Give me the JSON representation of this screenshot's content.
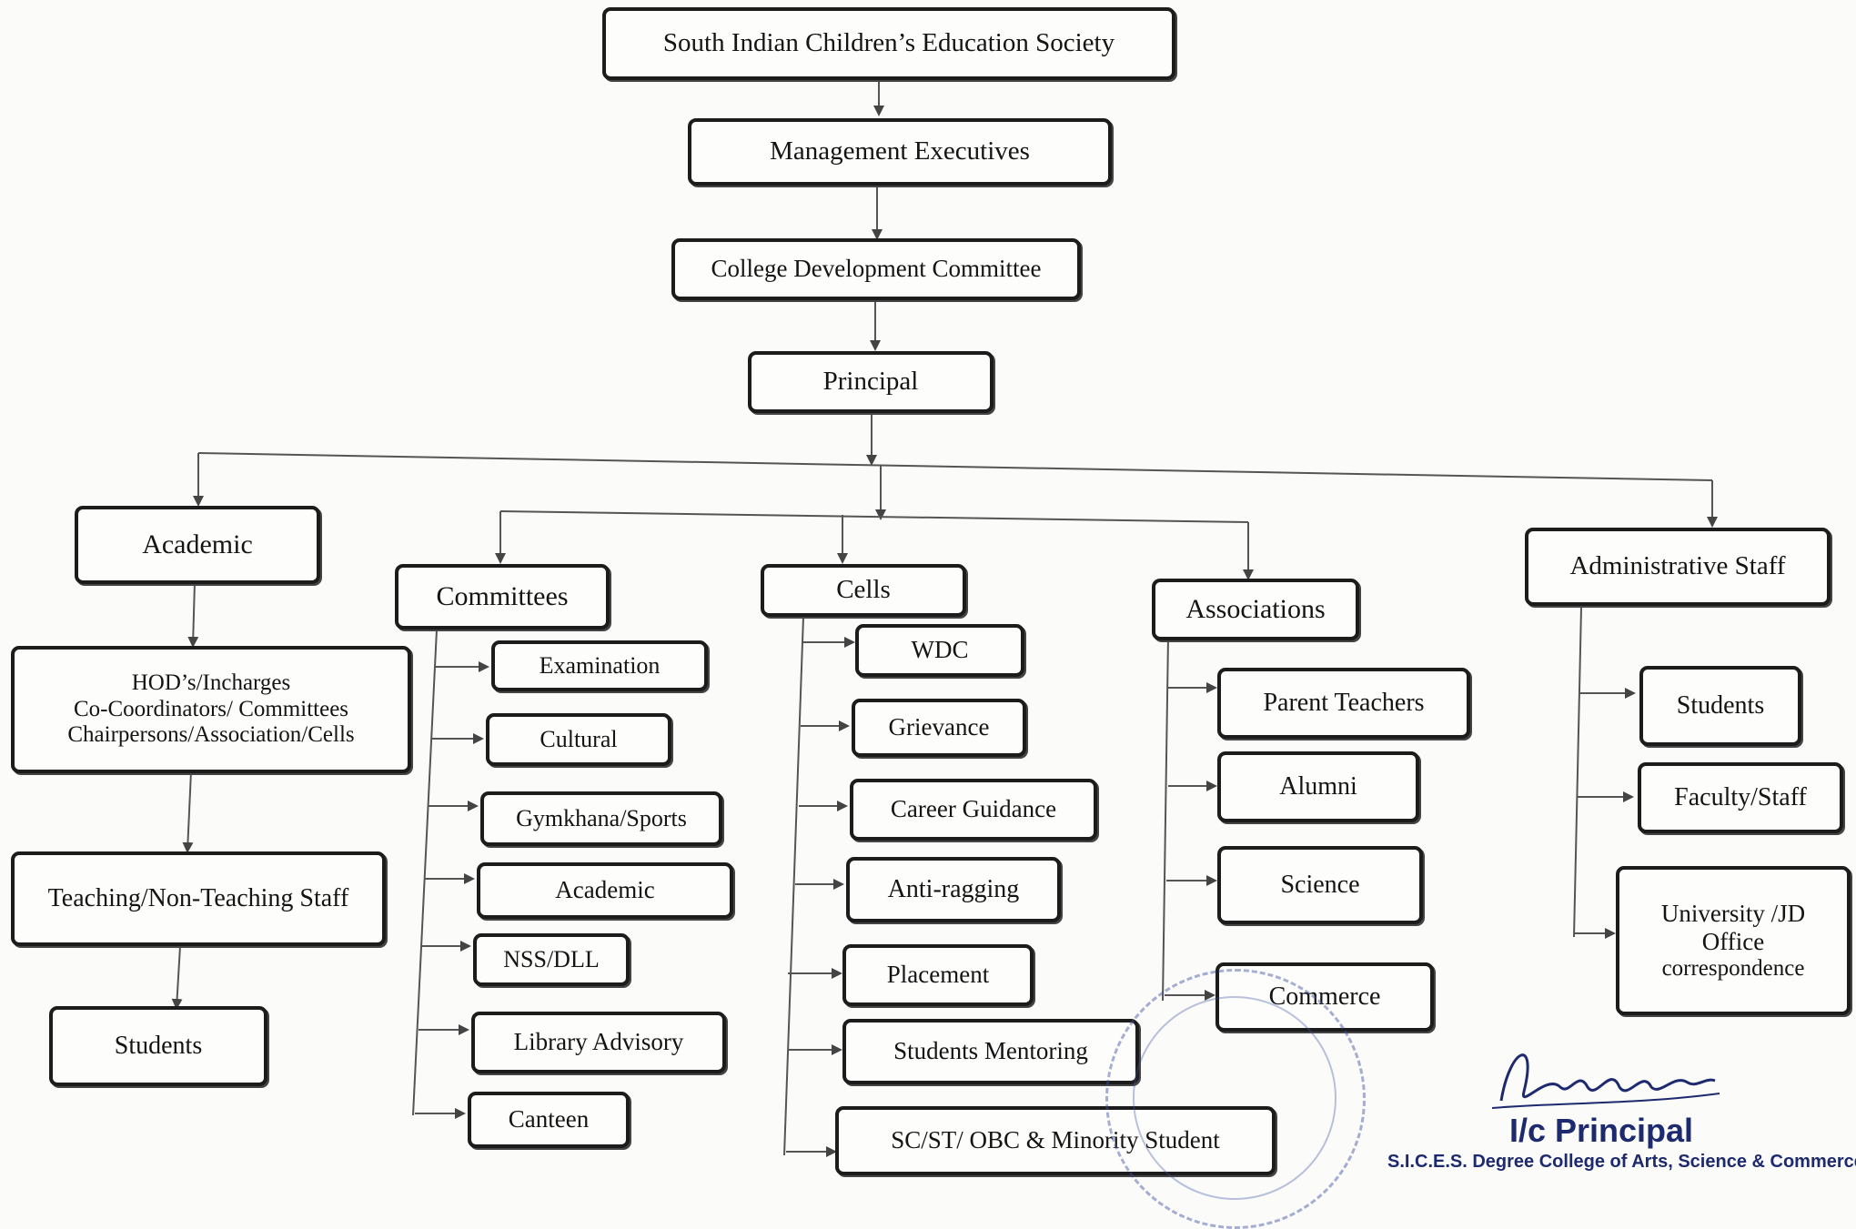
{
  "top": {
    "society": "South Indian Children’s Education Society",
    "management": "Management Executives",
    "cdc": "College Development Committee",
    "principal": "Principal"
  },
  "academic": {
    "heading": "Academic",
    "hod_lines": [
      "HOD’s/Incharges",
      "Co-Coordinators/ Committees",
      "Chairpersons/Association/Cells"
    ],
    "staff": "Teaching/Non-Teaching Staff",
    "students": "Students"
  },
  "committees": {
    "heading": "Committees",
    "items": [
      "Examination",
      "Cultural",
      "Gymkhana/Sports",
      "Academic",
      "NSS/DLL",
      "Library Advisory",
      "Canteen"
    ]
  },
  "cells": {
    "heading": "Cells",
    "items": [
      "WDC",
      "Grievance",
      "Career Guidance",
      "Anti-ragging",
      "Placement",
      "Students Mentoring",
      "SC/ST/ OBC & Minority Student"
    ]
  },
  "associations": {
    "heading": "Associations",
    "items": [
      "Parent Teachers",
      "Alumni",
      "Science",
      "Commerce"
    ]
  },
  "administrative": {
    "heading": "Administrative Staff",
    "items": [
      "Students",
      "Faculty/Staff"
    ],
    "university_lines": [
      "University /JD",
      "Office",
      "correspondence"
    ]
  },
  "signature": {
    "designation": "I/c Principal",
    "institution": "S.I.C.E.S. Degree College of Arts, Science & Commerce"
  },
  "colors": {
    "line": "#444444",
    "border": "#1c1c1c",
    "stamp": "#3d4fa0",
    "signature": "#1e2a6e"
  }
}
